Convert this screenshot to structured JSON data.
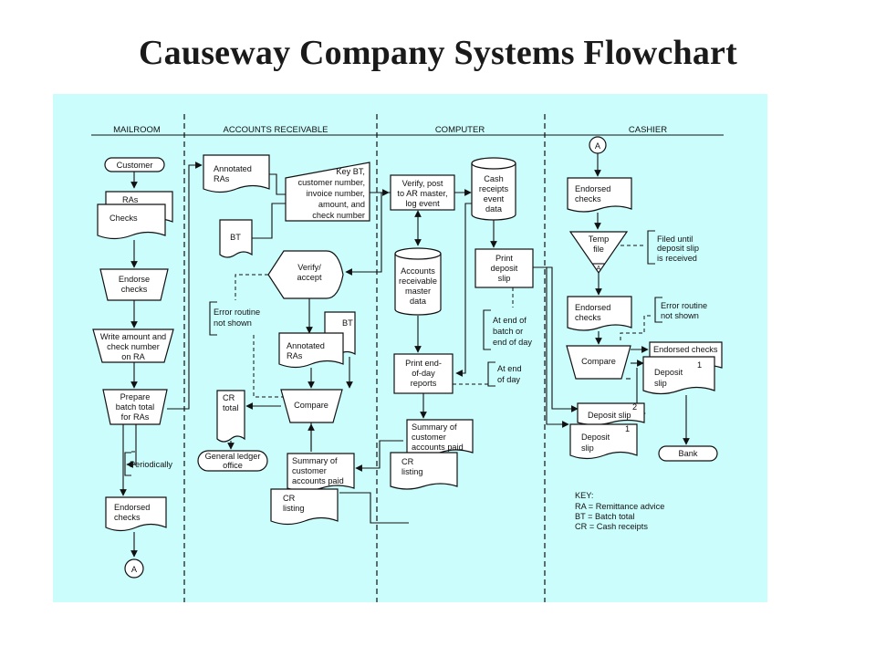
{
  "title": "Causeway Company Systems Flowchart",
  "colors": {
    "background": "#ccfdfd",
    "stroke": "#111111",
    "shape_fill": "#ffffff"
  },
  "lanes": [
    "MAILROOM",
    "ACCOUNTS RECEIVABLE",
    "COMPUTER",
    "CASHIER"
  ],
  "mailroom": {
    "customer": "Customer",
    "ras": "RAs",
    "checks": "Checks",
    "endorse": [
      "Endorse",
      "checks"
    ],
    "write_amount": [
      "Write amount and",
      "check number",
      "on RA"
    ],
    "prepare_batch": [
      "Prepare",
      "batch total",
      "for RAs"
    ],
    "periodically": "Periodically",
    "endorsed_checks": [
      "Endorsed",
      "checks"
    ],
    "connector_a": "A"
  },
  "ar": {
    "annotated_ras_top": [
      "Annotated",
      "RAs"
    ],
    "bt_doc": "BT",
    "key_bt": [
      "Key BT,",
      "customer number,",
      "invoice number,",
      "amount, and",
      "check number"
    ],
    "verify_accept": [
      "Verify/",
      "accept"
    ],
    "error_routine": [
      "Error routine",
      "not shown"
    ],
    "bt_small": "BT",
    "annotated_ras_mid": [
      "Annotated",
      "RAs"
    ],
    "cr_total": [
      "CR",
      "total"
    ],
    "compare": "Compare",
    "general_ledger": [
      "General ledger",
      "office"
    ],
    "summary": [
      "Summary of",
      "customer",
      "accounts paid"
    ],
    "cr_listing": [
      "CR",
      "listing"
    ]
  },
  "computer": {
    "verify_post": [
      "Verify, post",
      "to AR master,",
      "log event"
    ],
    "cash_receipts": [
      "Cash",
      "receipts",
      "event",
      "data"
    ],
    "ar_master": [
      "Accounts",
      "receivable",
      "master",
      "data"
    ],
    "print_deposit": [
      "Print",
      "deposit",
      "slip"
    ],
    "end_of_batch": [
      "At end of",
      "batch or",
      "end of day"
    ],
    "print_eod": [
      "Print end-",
      "of-day",
      "reports"
    ],
    "end_of_day": [
      "At end",
      "of day"
    ],
    "summary": [
      "Summary of",
      "customer",
      "accounts paid"
    ],
    "cr_listing": [
      "CR",
      "listing"
    ]
  },
  "cashier": {
    "connector_a": "A",
    "endorsed_checks_top": [
      "Endorsed",
      "checks"
    ],
    "temp_file": [
      "Temp",
      "file"
    ],
    "temp_file_letter": "A",
    "filed_until": [
      "Filed until",
      "deposit slip",
      "is received"
    ],
    "endorsed_checks_mid": [
      "Endorsed",
      "checks"
    ],
    "error_routine": [
      "Error routine",
      "not shown"
    ],
    "compare": "Compare",
    "endorsed_checks_doc": "Endorsed checks",
    "deposit_slip_top": [
      "Deposit",
      "slip"
    ],
    "deposit_slip_top_num": "1",
    "deposit_slip_2": "Deposit slip",
    "deposit_slip_2_num": "2",
    "deposit_slip_1": [
      "Deposit",
      "slip"
    ],
    "deposit_slip_1_num": "1",
    "bank": "Bank"
  },
  "key": [
    "KEY:",
    "RA = Remittance advice",
    "BT = Batch total",
    "CR = Cash receipts"
  ]
}
